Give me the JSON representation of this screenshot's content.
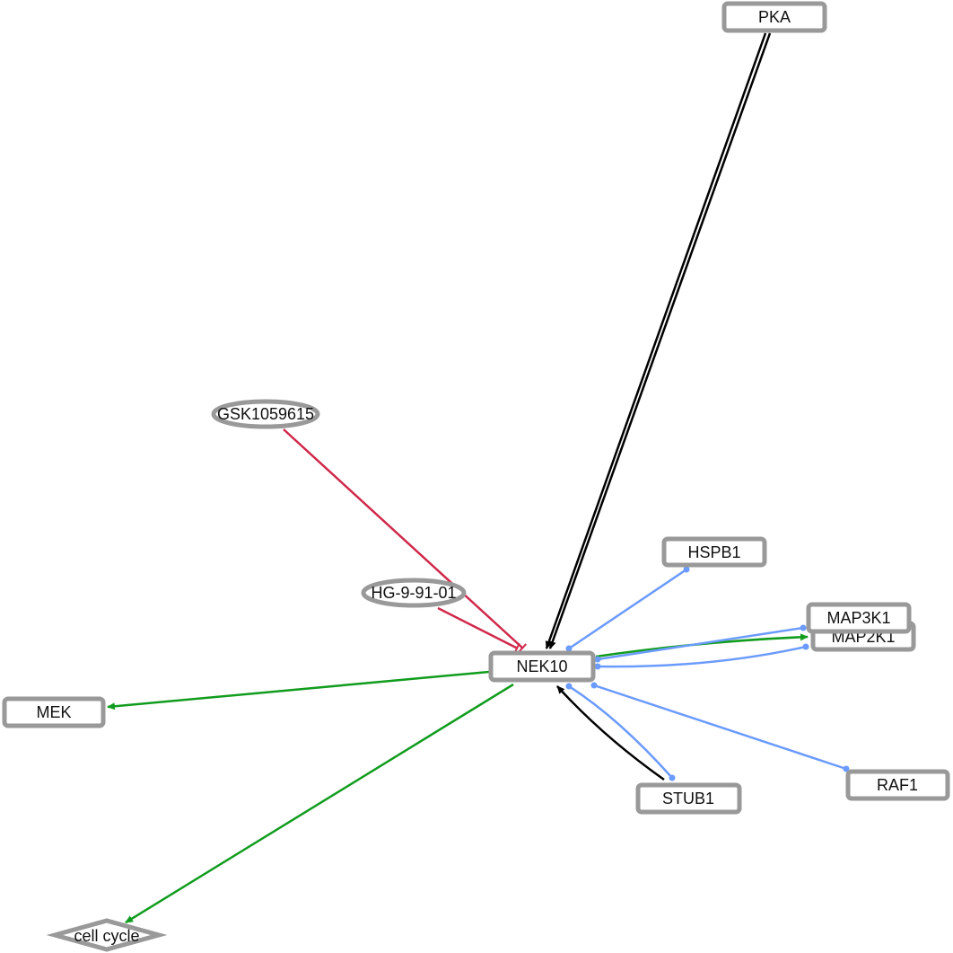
{
  "colors": {
    "activation": "#000000",
    "inhibition": "#d0284a",
    "green": "#119c1e",
    "binding": "#6b9bff",
    "node_border": "#999999"
  },
  "nodes": {
    "pka": "PKA",
    "gsk": "GSK1059615",
    "hg": "HG-9-91-01",
    "nek10": "NEK10",
    "hspb1": "HSPB1",
    "map3k1": "MAP3K1",
    "map2k1": "MAP2K1",
    "mek": "MEK",
    "stub1": "STUB1",
    "raf1": "RAF1",
    "cellcycle": "cell cycle"
  }
}
